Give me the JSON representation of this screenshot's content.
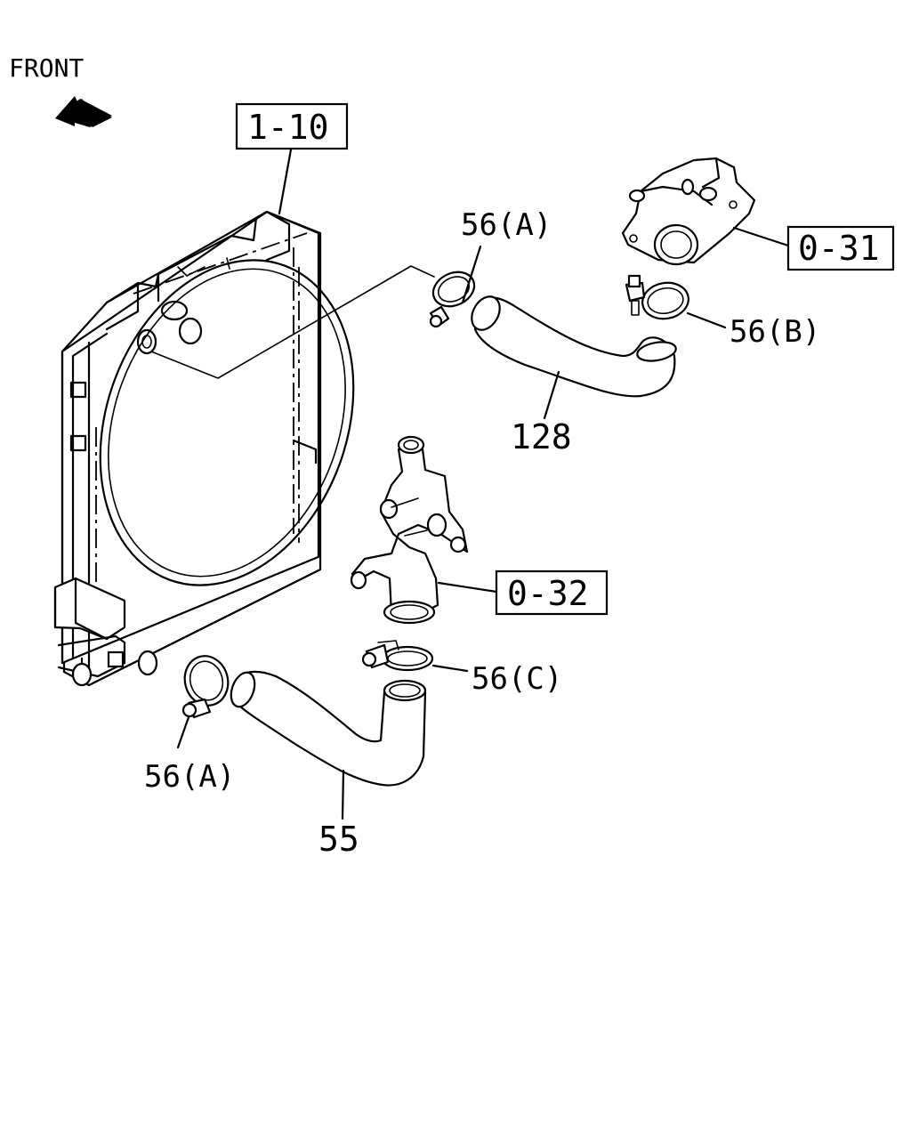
{
  "direction": {
    "label": "FRONT",
    "icon": "arrow-left-up-icon"
  },
  "refs": {
    "radiator": "1-10",
    "thermostat_housing": "0-31",
    "water_outlet_pipe": "0-32"
  },
  "parts": {
    "clamp_a_upper": "56(A)",
    "clamp_b": "56(B)",
    "upper_hose": "128",
    "clamp_c": "56(C)",
    "clamp_a_lower": "56(A)",
    "lower_hose": "55"
  }
}
